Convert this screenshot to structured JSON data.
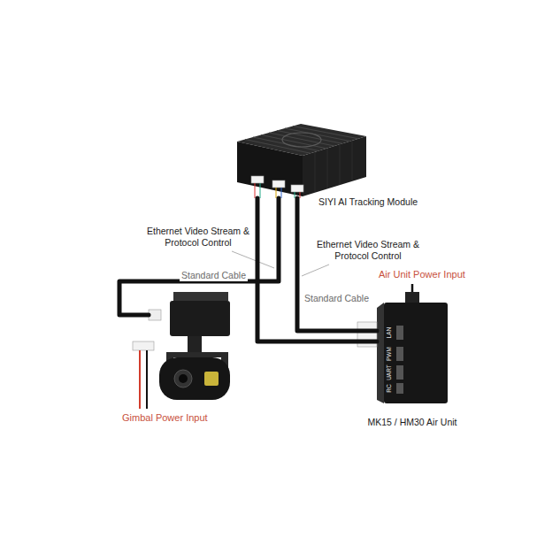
{
  "diagram": {
    "nodes": [
      {
        "text": [
          "SIYI AI Tracking Module"
        ]
      },
      {
        "text": []
      },
      {
        "text": [
          "MK15 / HM30 Air Unit"
        ]
      }
    ],
    "edges": [
      {
        "from": 0,
        "to": 1,
        "arrow": "none",
        "label": "Standard Cable"
      },
      {
        "from": 0,
        "to": 2,
        "arrow": "none",
        "label": "Standard Cable"
      },
      {
        "from": 0,
        "to": 2,
        "arrow": "none"
      }
    ],
    "labels": [
      "Ethernet Video Stream & Protocol Control",
      "Ethernet Video Stream & Protocol Control",
      "Air Unit Power Input",
      "Gimbal Power Input",
      "LAN",
      "PWM",
      "UART",
      "RC"
    ]
  }
}
